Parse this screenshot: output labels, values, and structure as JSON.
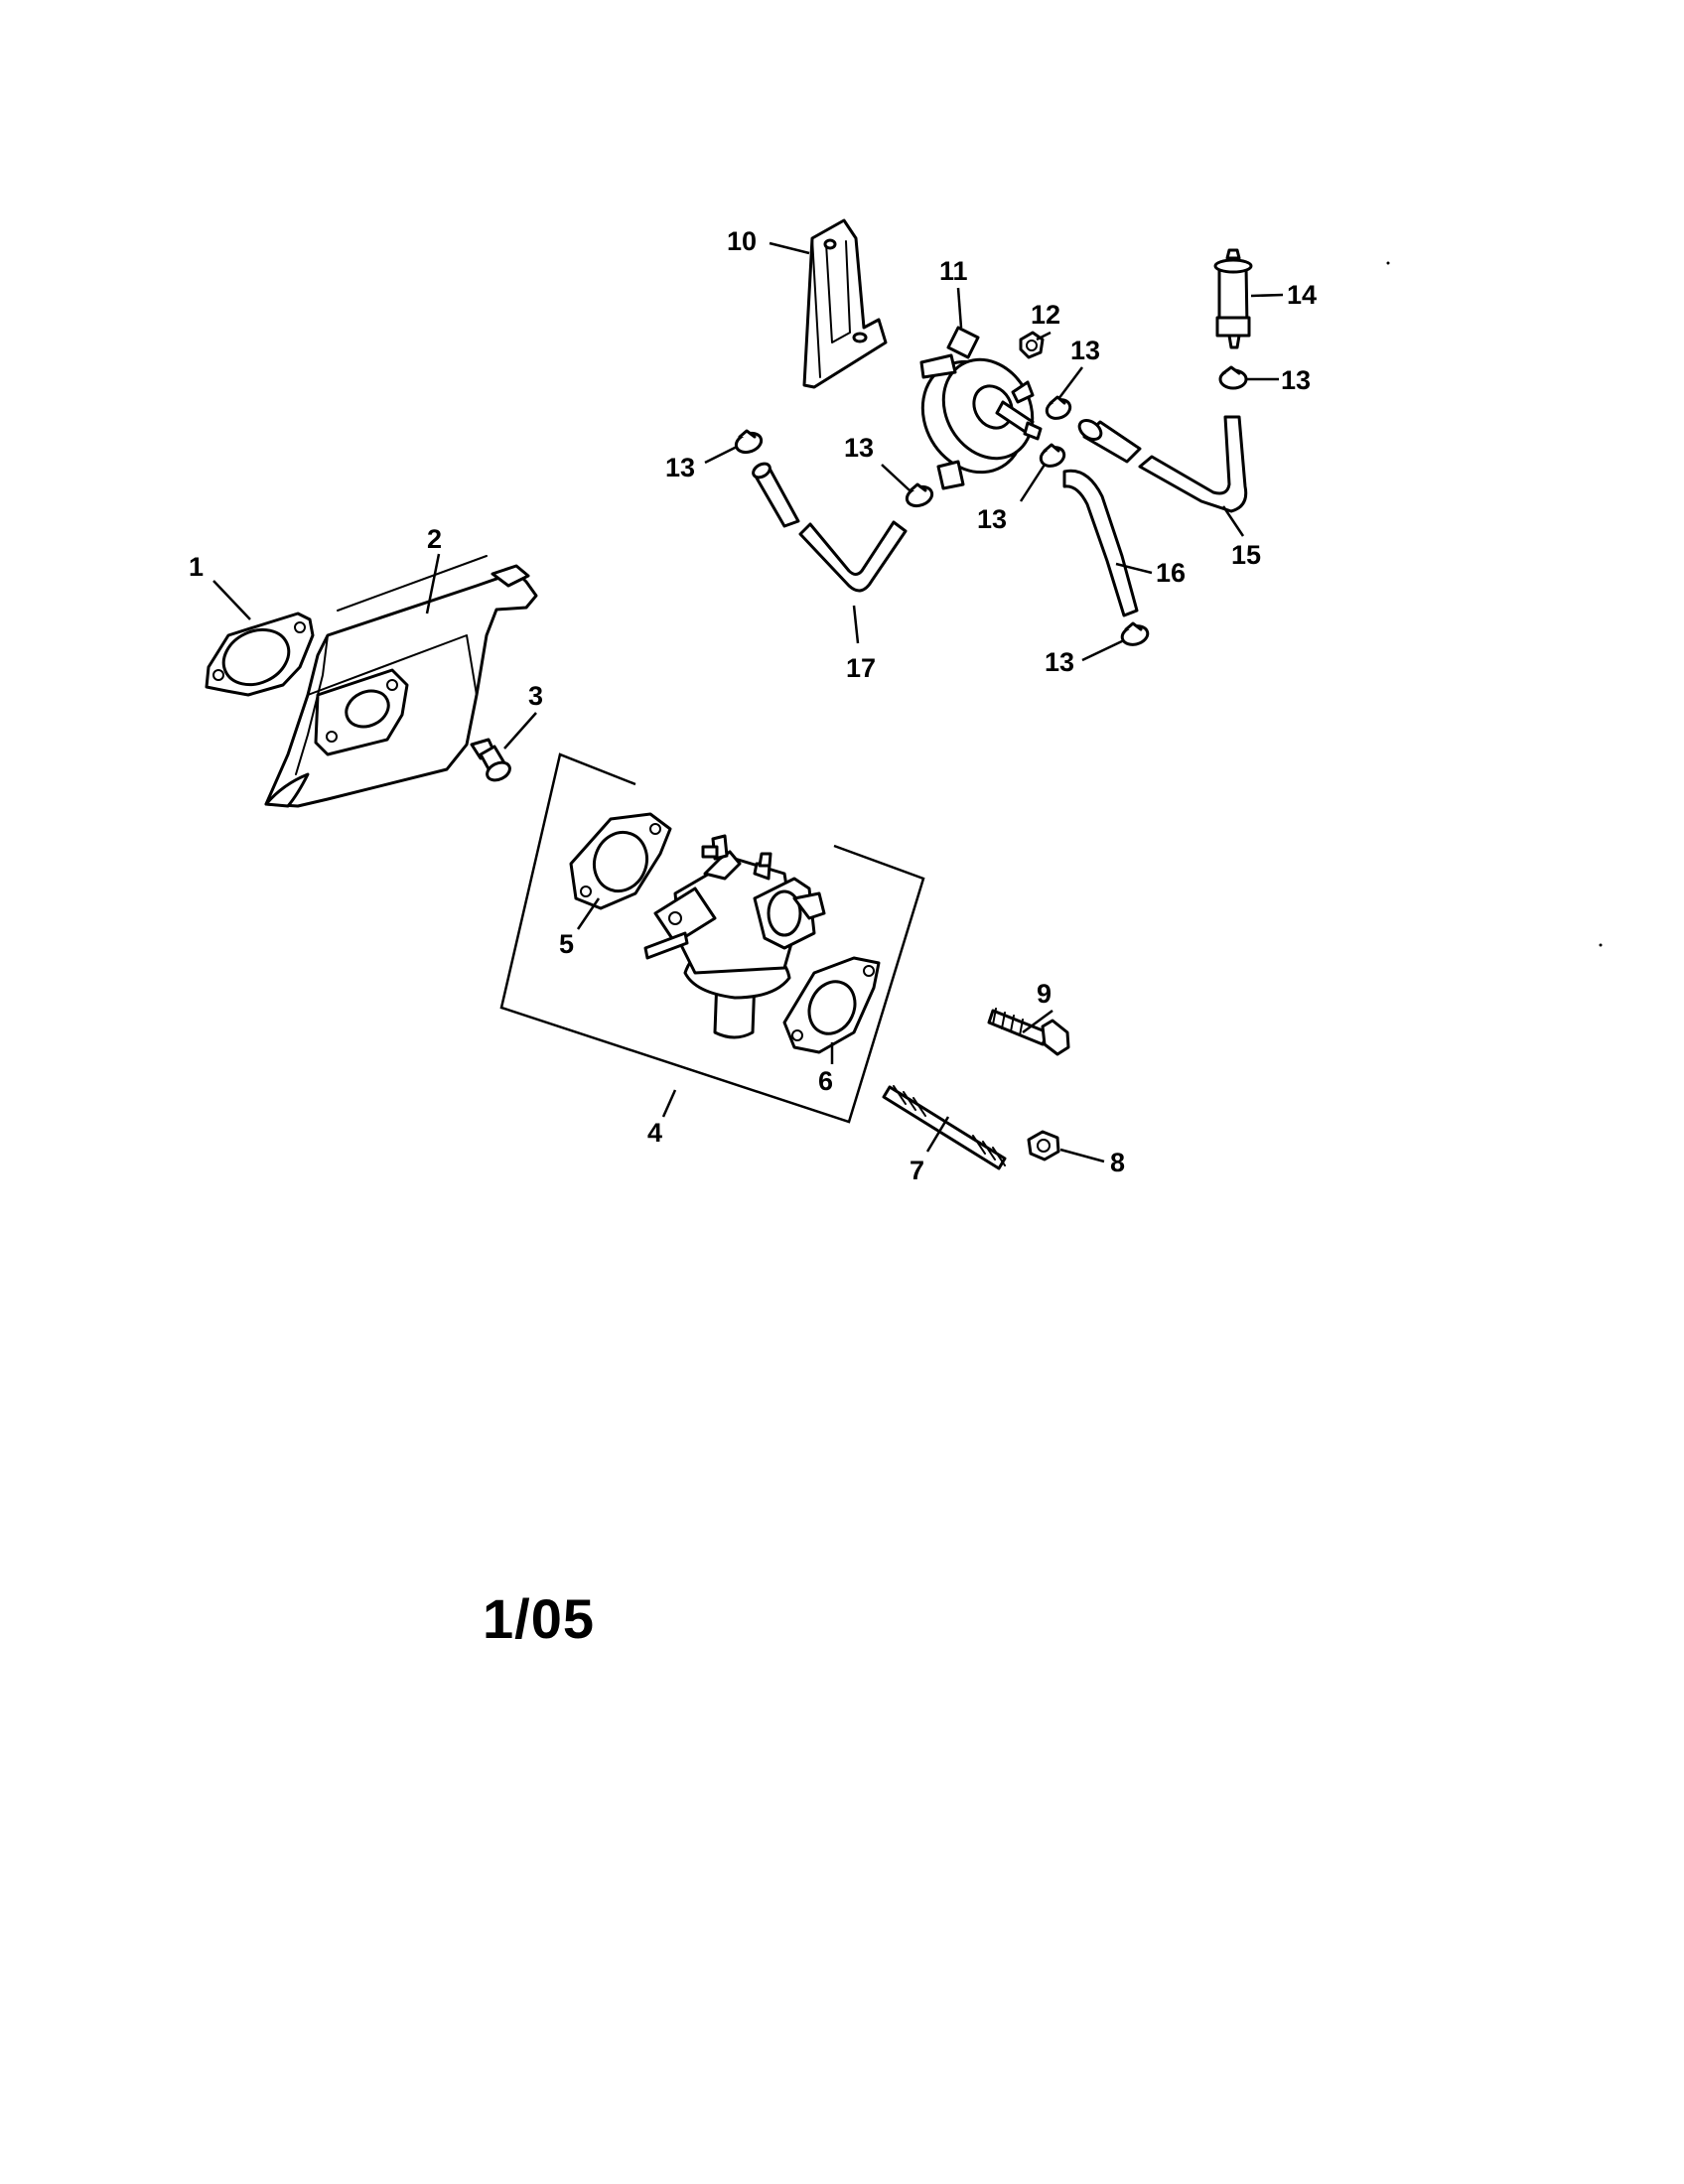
{
  "diagram": {
    "callouts": {
      "c1": "1",
      "c2": "2",
      "c3": "3",
      "c4": "4",
      "c5": "5",
      "c6": "6",
      "c7": "7",
      "c8": "8",
      "c9": "9",
      "c10": "10",
      "c11": "11",
      "c12": "12",
      "c13a": "13",
      "c13b": "13",
      "c13c": "13",
      "c13d": "13",
      "c13e": "13",
      "c13f": "13",
      "c14": "14",
      "c15": "15",
      "c16": "16",
      "c17": "17"
    },
    "footer_date": "1/05"
  }
}
